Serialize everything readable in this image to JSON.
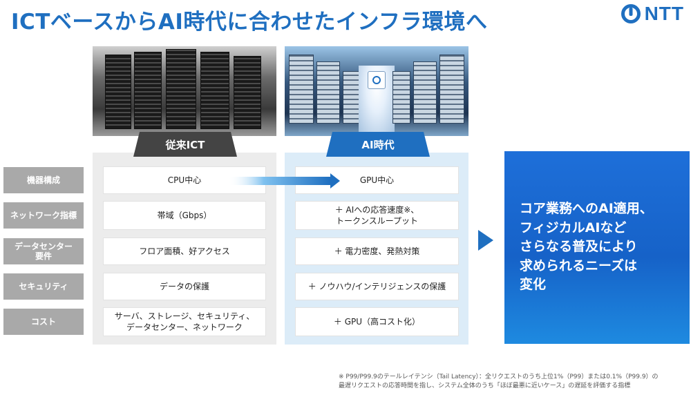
{
  "header": {
    "title": "ICTベースからAI時代に合わせたインフラ環境へ",
    "logo_text": "NTT"
  },
  "columns": {
    "left_tab": "従来ICT",
    "right_tab": "AI時代"
  },
  "rows": [
    {
      "label": "機器構成",
      "left": "CPU中心",
      "right": "GPU中心"
    },
    {
      "label": "ネットワーク指標",
      "left": "帯域（Gbps）",
      "right": "＋ AIへの応答速度※、\nトークンスループット"
    },
    {
      "label": "データセンター\n要件",
      "left": "フロア面積、好アクセス",
      "right": "＋ 電力密度、発熱対策"
    },
    {
      "label": "セキュリティ",
      "left": "データの保護",
      "right": "＋ ノウハウ/インテリジェンスの保護"
    },
    {
      "label": "コスト",
      "left": "サーバ、ストレージ、セキュリティ、\nデータセンター、ネットワーク",
      "right": "＋ GPU（高コスト化）"
    }
  ],
  "summary": "コア業務へのAI適用、\nフィジカルAIなど\nさらなる普及により\n求められるニーズは\n変化",
  "footnote": "※ P99/P99.9のテールレイテンシ（Tail Latency）：全リクエストのうち上位1%（P99）または0.1%（P99.9）の\n最遅リクエストの応答時間を指し、システム全体のうち「ほぼ最悪に近いケース」の遅延を評価する指標",
  "colors": {
    "brand_blue": "#1f6fc0",
    "dark_tab": "#444444",
    "label_gray": "#a9a9a9"
  }
}
